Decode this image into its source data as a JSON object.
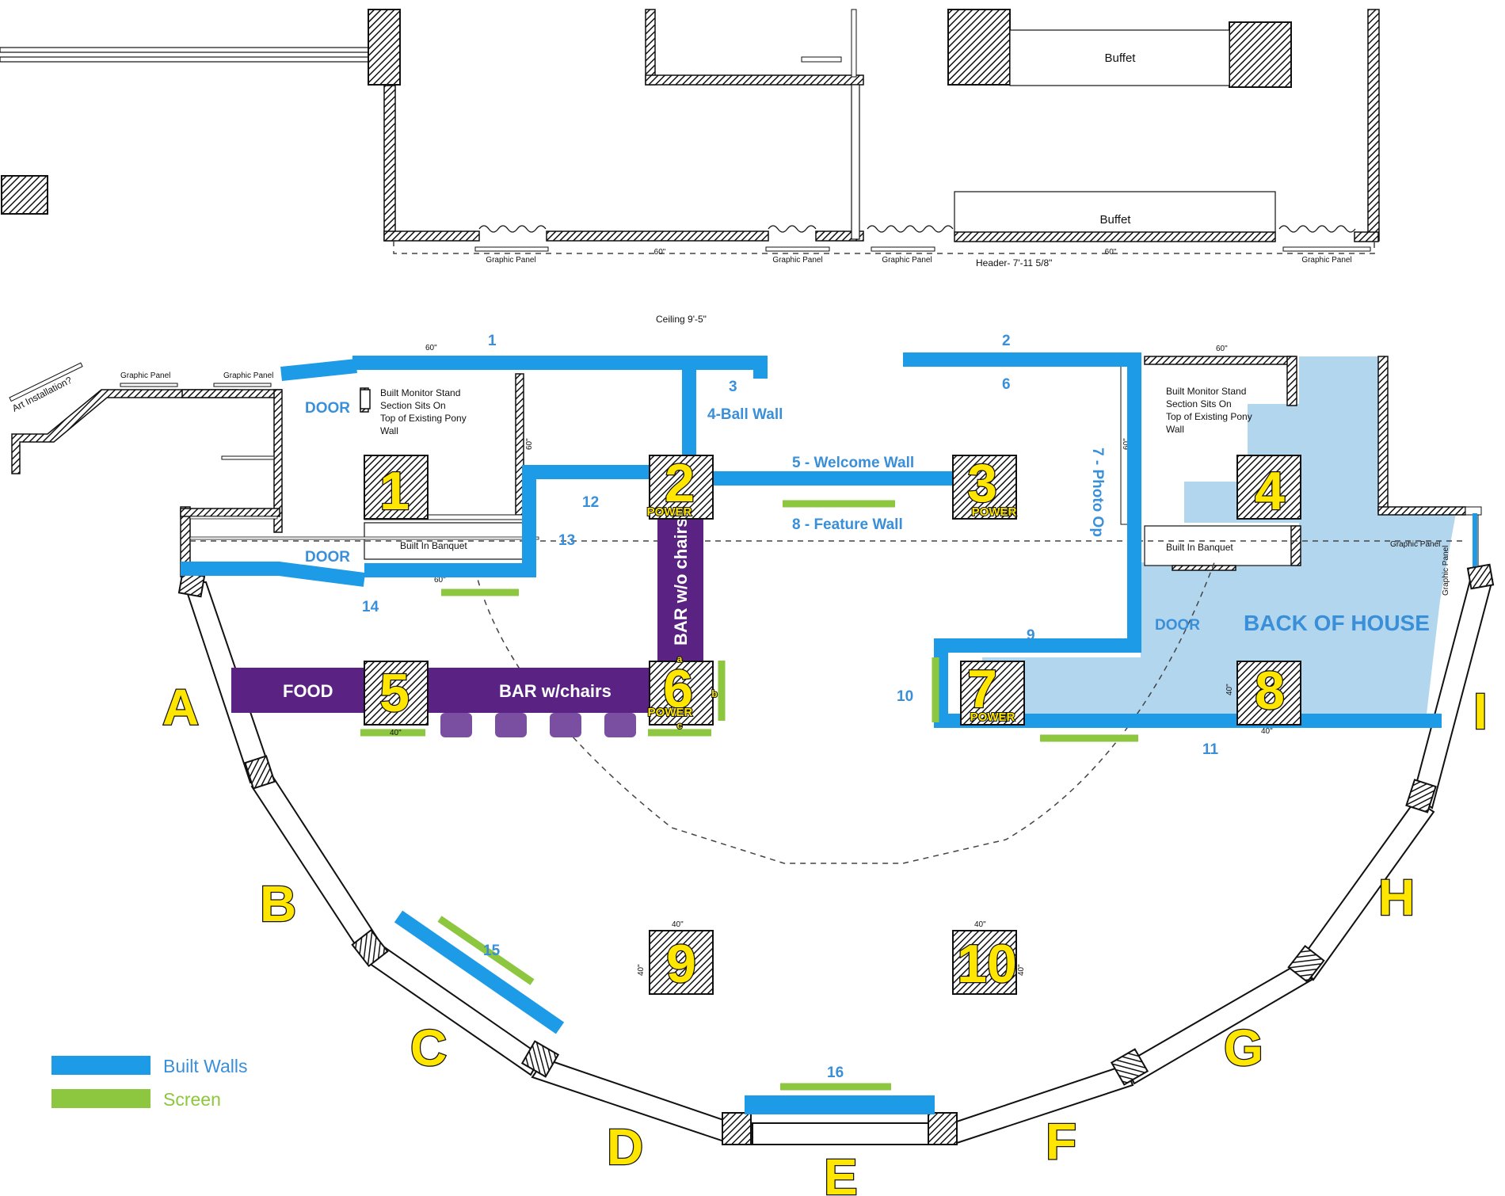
{
  "top_plan": {
    "buffet_1": "Buffet",
    "buffet_2": "Buffet",
    "graphic_panels": [
      "Graphic Panel",
      "Graphic Panel",
      "Graphic Panel",
      "Graphic Panel"
    ],
    "dims": [
      "60\"",
      "60\""
    ],
    "header": "Header- 7'-11 5/8\""
  },
  "main_plan": {
    "ceiling": "Ceiling 9'-5\"",
    "art_installation": "Art Installation?",
    "graphic_panels": [
      "Graphic Panel",
      "Graphic Panel",
      "Graphic Panel",
      "Graphic Panel"
    ],
    "doors": [
      "DOOR",
      "DOOR",
      "DOOR"
    ],
    "monitor_note_lines": [
      "Built Monitor Stand",
      "Section Sits On",
      "Top of Existing Pony",
      "Wall"
    ],
    "banquets": [
      "Built In Banquet",
      "Built In Banquet"
    ],
    "dims": [
      "60\"",
      "60\"",
      "60\"",
      "60\"",
      "60\"",
      "40\"",
      "40\"",
      "40\"",
      "40\"",
      "40\"",
      "40\"",
      "40\""
    ],
    "wall_labels": {
      "w1": "1",
      "w2": "2",
      "w3": "3",
      "w4": "4-Ball Wall",
      "w5": "5 - Welcome Wall",
      "w6": "6",
      "w7": "7 - Photo Op",
      "w8": "8 - Feature Wall",
      "w9": "9",
      "w10": "10",
      "w11": "11",
      "w12": "12",
      "w13": "13",
      "w14": "14",
      "w15": "15",
      "w16": "16"
    },
    "columns": [
      "1",
      "2",
      "3",
      "4",
      "5",
      "6",
      "7",
      "8",
      "9",
      "10"
    ],
    "power_label": "POWER",
    "bar_vertical": "BAR w/o chairs",
    "bar_horizontal": "BAR w/chairs",
    "food": "FOOD",
    "bar_points": [
      "a",
      "b",
      "c"
    ],
    "back_of_house": "BACK OF HOUSE",
    "perimeter_letters": [
      "A",
      "B",
      "C",
      "D",
      "E",
      "F",
      "G",
      "H",
      "I"
    ]
  },
  "legend": [
    {
      "label": "Built Walls",
      "color": "#3a8fd9"
    },
    {
      "label": "Screen",
      "color": "#8dc63f"
    }
  ],
  "colors": {
    "built_wall": "#1e9be6",
    "screen": "#8dc63f",
    "bar": "#5a2383",
    "back_of_house": "#b3d6ef",
    "column_number": "#ffe600"
  }
}
